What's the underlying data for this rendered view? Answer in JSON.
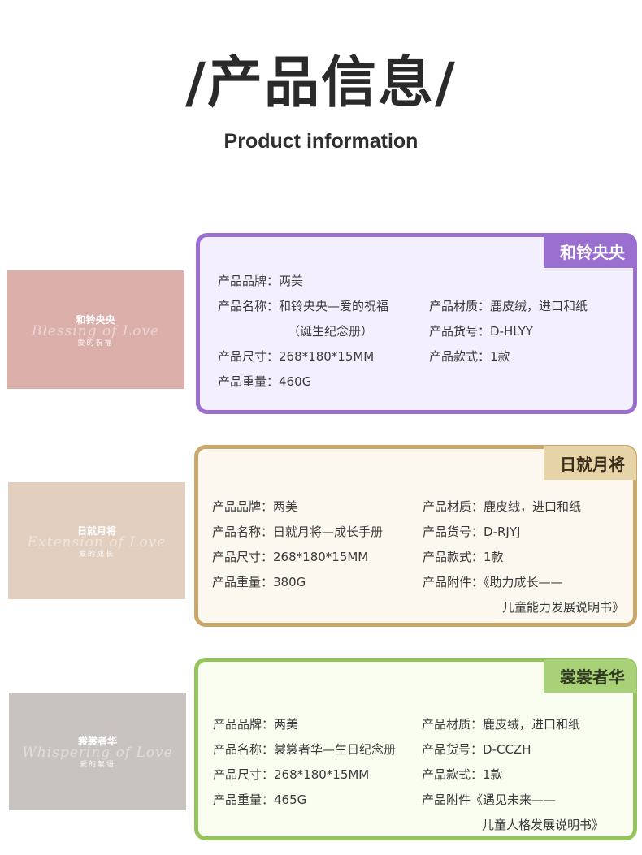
{
  "header": {
    "title": "/产品信息/",
    "subtitle": "Product information"
  },
  "products": [
    {
      "thumb_cn": "和铃央央",
      "thumb_en": "Blessing of Love",
      "thumb_sc": "爱的祝福",
      "tab": "和铃央央",
      "brand_label": "产品品牌：",
      "brand": "两美",
      "name_label": "产品名称：",
      "name": "和铃央央—爱的祝福",
      "name2": "（诞生纪念册）",
      "size_label": "产品尺寸：",
      "size": "268*180*15MM",
      "weight_label": "产品重量：",
      "weight": "460G",
      "material_label": "产品材质：",
      "material": "鹿皮绒，进口和纸",
      "code_label": "产品货号：",
      "code": "D-HLYY",
      "style_label": "产品款式：",
      "style": "1款"
    },
    {
      "thumb_cn": "日就月将",
      "thumb_en": "Extension of Love",
      "thumb_sc": "爱的成长",
      "tab": "日就月将",
      "brand_label": "产品品牌：",
      "brand": "两美",
      "name_label": "产品名称：",
      "name": "日就月将—成长手册",
      "size_label": "产品尺寸：",
      "size": "268*180*15MM",
      "weight_label": "产品重量：",
      "weight": "380G",
      "material_label": "产品材质：",
      "material": "鹿皮绒，进口和纸",
      "code_label": "产品货号：",
      "code": "D-RJYJ",
      "style_label": "产品款式：",
      "style": "1款",
      "attach_label": "产品附件：",
      "attach": "《助力成长——",
      "attach2": "儿童能力发展说明书》"
    },
    {
      "thumb_cn": "裳裳者华",
      "thumb_en": "Whispering of Love",
      "thumb_sc": "爱的絮语",
      "tab": "裳裳者华",
      "brand_label": "产品品牌：",
      "brand": "两美",
      "name_label": "产品名称：",
      "name": "裳裳者华—生日纪念册",
      "size_label": "产品尺寸：",
      "size": "268*180*15MM",
      "weight_label": "产品重量：",
      "weight": "465G",
      "material_label": "产品材质：",
      "material": "鹿皮绒，进口和纸",
      "code_label": "产品货号：",
      "code": "D-CCZH",
      "style_label": "产品款式：",
      "style": "1款",
      "attach_label": "产品附件",
      "attach": "《遇见未来——",
      "attach2": "儿童人格发展说明书》"
    }
  ],
  "colors": {
    "card1_border": "#9b6fd0",
    "card1_bg": "#f3efff",
    "card1_tab_text": "#ffffff",
    "card2_border": "#c9a86a",
    "card2_bg": "#fdf8ef",
    "card2_tab": "#e6d3a8",
    "card2_tab_text": "#3a2e1a",
    "card3_border": "#94c45a",
    "card3_bg": "#f8fdf0",
    "card3_tab": "#a9d278",
    "card3_tab_text": "#2f3a20",
    "thumb1": "#dbafaa",
    "thumb2": "#e2cfc0",
    "thumb3": "#c9c3c0"
  }
}
